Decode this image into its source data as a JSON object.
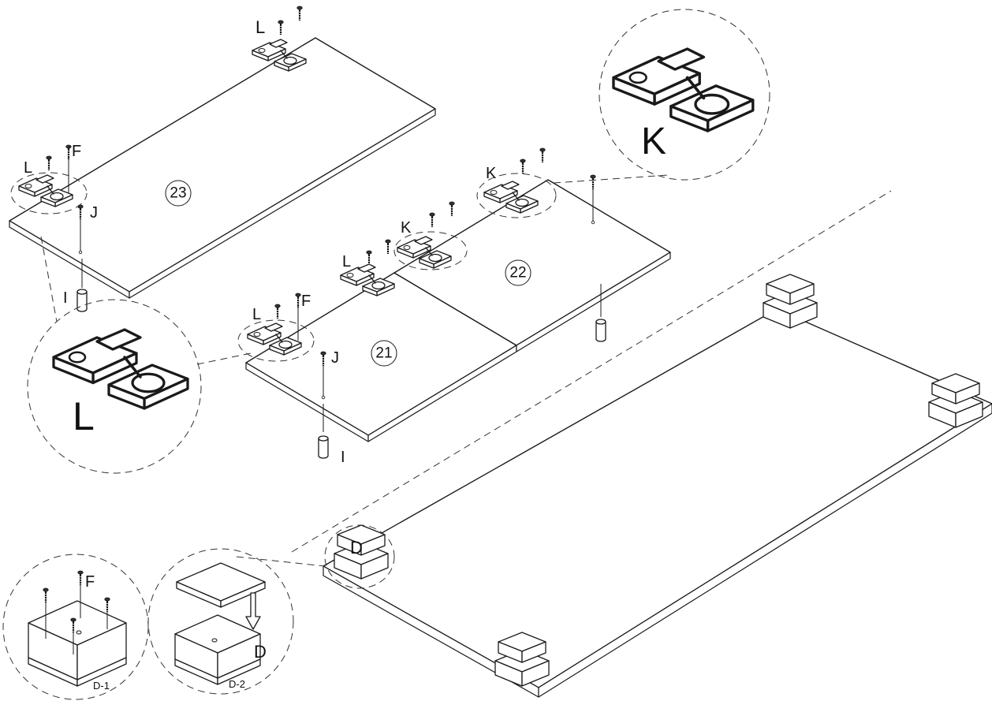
{
  "labels": {
    "hinge_l": "L",
    "hinge_k": "K",
    "screw_f": "F",
    "screw_j": "J",
    "dowel_i": "I",
    "foot_d": "D",
    "step_d1": "D-1",
    "step_d2": "D-2"
  },
  "panels": {
    "p23": "23",
    "p22": "22",
    "p21": "21"
  }
}
